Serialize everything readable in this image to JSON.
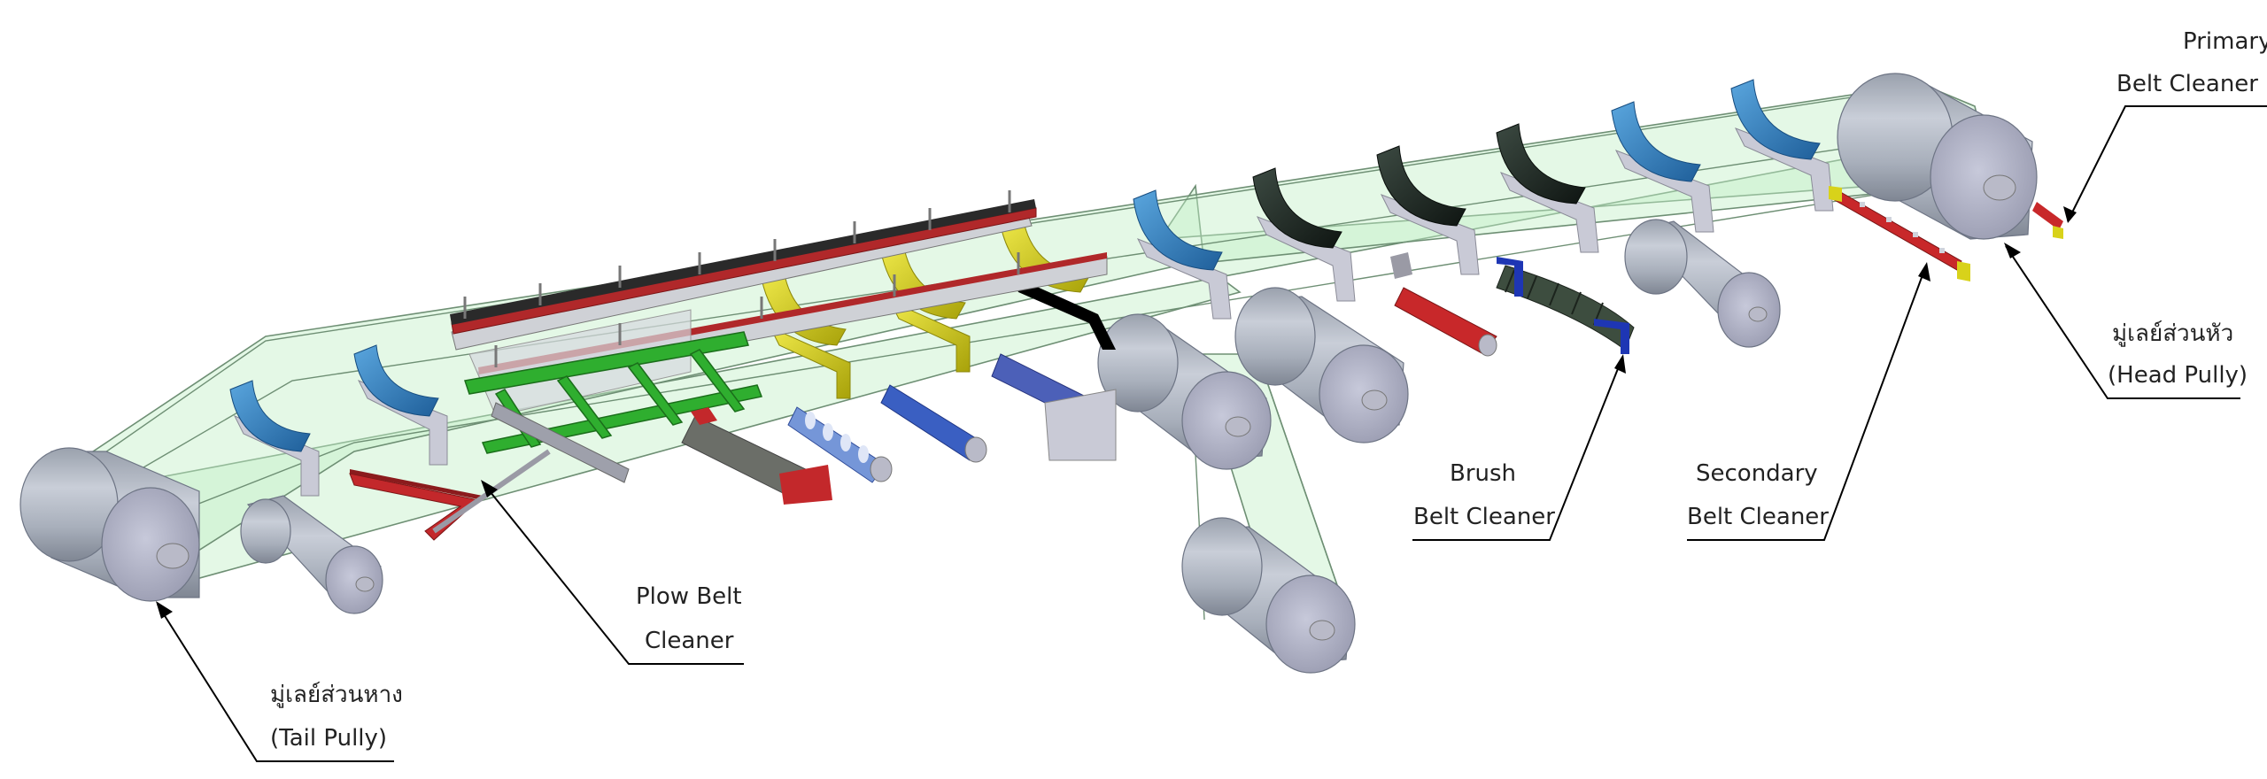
{
  "labels": {
    "primary_belt_cleaner": {
      "line1": "Primary",
      "line2": "Belt Cleaner"
    },
    "head_pulley": {
      "line1": "มู่เลย์ส่วนหัว",
      "line2": "(Head Pully)"
    },
    "secondary_belt_cleaner": {
      "line1": "Secondary",
      "line2": "Belt Cleaner"
    },
    "brush_belt_cleaner": {
      "line1": "Brush",
      "line2": "Belt Cleaner"
    },
    "plow_belt_cleaner": {
      "line1": "Plow Belt",
      "line2": "Cleaner"
    },
    "tail_pulley": {
      "line1": "มู่เลย์ส่วนหาง",
      "line2": "(Tail Pully)"
    }
  },
  "colors": {
    "belt": "#c4efc8",
    "idler_blue": "#2f7fbf",
    "idler_dark": "#1e2a24",
    "impact_yellow": "#d8d21a",
    "skirt_green": "#2fae2f",
    "cleaner_red": "#c8282a",
    "brush_navy": "#1e36b4",
    "drum_gray": "#a9b1bd"
  }
}
